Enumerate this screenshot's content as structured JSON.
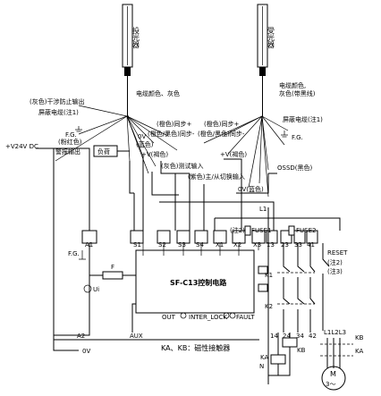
{
  "emitter": {
    "label": "投光器"
  },
  "receiver": {
    "label": "受光器"
  },
  "emitter_wiring": {
    "interference_output": "(灰色)干涉防止输出",
    "shield_note": "屏蔽电缆(注1)",
    "cable_color": "电缆颜色、灰色",
    "fg": "F.G.",
    "v0": "0V",
    "v0_color": "(蓝色)",
    "power_supply": "+V24V DC",
    "alarm_color": "(粉红色)",
    "alarm_output": "警报输出",
    "load": "负荷"
  },
  "receiver_wiring": {
    "cable_color_line1": "电缆颜色,",
    "cable_color_line2": "灰色(带黑线)",
    "shield_note": "屏蔽电缆(注1)",
    "fg": "F.G.",
    "ossd": "OSSD(黑色)"
  },
  "sync_wiring": {
    "sync1": "(橙色)同步+",
    "sync2": "(橙色)同步+",
    "sync3": "(橙色/黑色)同步-",
    "sync4": "(橙色/黑色)同步-",
    "vplus_left": "+V(褐色)",
    "vplus_right": "+V(褐色)",
    "test_input": "(灰色)测试输入",
    "master_slave": "(紫色)主/从切换输入",
    "v0_blue": "0V(蓝色)"
  },
  "controller": {
    "title": "SF-C13控制电路",
    "terminals": [
      "A1",
      "S1",
      "S2",
      "S3",
      "S4",
      "X1",
      "X2",
      "X3",
      "13",
      "23",
      "33",
      "41"
    ],
    "bottom_terminals": [
      "A2",
      "AUX",
      "14",
      "24",
      "34",
      "42"
    ],
    "out_label": "OUT",
    "interlock_label": "INTER_LOCK",
    "fault_label": "FAULT",
    "ui_label": "Ui",
    "fuse_label": "F",
    "fg": "F.G.",
    "v0": "0V"
  },
  "power": {
    "l1": "L1",
    "n": "N",
    "note2": "(注2)",
    "fuse1": "FUSE1",
    "fuse2": "FUSE2",
    "reset": "RESET",
    "reset_note2": "(注2)",
    "reset_note3": "(注3)",
    "k1": "K1",
    "k2": "K2",
    "ka": "KA",
    "kb": "KB",
    "l1l2l3": "L1L2L3",
    "contactor_caption": "KA、KB：磁性接触器",
    "motor": "M",
    "motor_phase": "3～"
  }
}
